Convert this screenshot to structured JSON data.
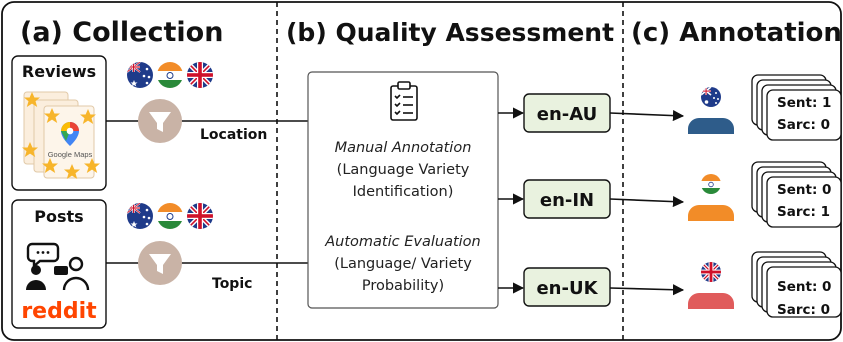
{
  "sections": {
    "collection_title": "(a) Collection",
    "quality_title": "(b) Quality Assessment",
    "annotation_title": "(c) Annotation"
  },
  "collection": {
    "reviews_label": "Reviews",
    "posts_label": "Posts",
    "location_label": "Location",
    "topic_label": "Topic",
    "reddit_wordmark": "reddit",
    "google_maps_label": "Google Maps",
    "flags": [
      "australia-flag",
      "india-flag",
      "uk-flag"
    ]
  },
  "quality": {
    "manual_title": "Manual Annotation",
    "manual_sub": "(Language Variety",
    "manual_sub2": "Identification)",
    "auto_title": "Automatic Evaluation",
    "auto_sub": "(Language/ Variety",
    "auto_sub2": "Probability)"
  },
  "varieties": [
    "en-AU",
    "en-IN",
    "en-UK"
  ],
  "annotation": {
    "cards": [
      {
        "sent": "Sent: 1",
        "sarc": "Sarc: 0"
      },
      {
        "sent": "Sent: 0",
        "sarc": "Sarc: 1"
      },
      {
        "sent": "Sent: 0",
        "sarc": "Sarc: 0"
      }
    ],
    "annotator_colors": [
      "#2e5c8a",
      "#f28c28",
      "#e05b5b"
    ]
  },
  "colors": {
    "funnel": "#c9b3a6",
    "variety_box": "#e9f2df",
    "star": "#f7b52b",
    "reddit": "#ff4500"
  }
}
